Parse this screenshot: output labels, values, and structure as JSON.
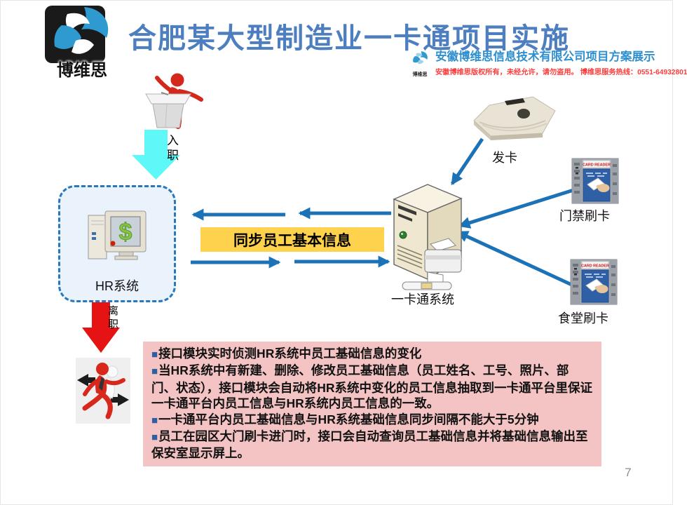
{
  "slide": {
    "title": "合肥某大型制造业一卡通项目实施",
    "page_number": "7"
  },
  "logo": {
    "name": "博维思"
  },
  "credit": {
    "logo_name": "博维思",
    "company_line": "安徽博维思信息技术有限公司项目方案展示",
    "copyright_line": "安徽博维思版权所有，未经允许，请勿盗用。  博维思服务热线：0551-64932801"
  },
  "diagram": {
    "onboard_label": "入职",
    "offboard_label": "离职",
    "hr_system_label": "HR系统",
    "hr_icon_symbol": "$",
    "sync_label": "同步员工基本信息",
    "card_system_label": "一卡通系统",
    "issue_card_label": "发卡",
    "door_reader_label": "门禁刷卡",
    "canteen_reader_label": "食堂刷卡",
    "reader_device_title": "CARD READER"
  },
  "notes": {
    "bullet_char": "■",
    "items": [
      "接口模块实时侦测HR系统中员工基础信息的变化",
      "当HR系统中有新建、删除、修改员工基础信息（员工姓名、工号、照片、部门、状态），接口模块会自动将HR系统中变化的员工信息抽取到一卡通平台里保证一卡通平台内员工信息与HR系统内员工信息的一致。",
      "一卡通平台内员工基础信息与HR系统基础信息同步间隔不能大于5分钟",
      "员工在园区大门刷卡进门时，接口会自动查询员工基础信息并将基础信息输出至保安室显示屏上。"
    ]
  },
  "colors": {
    "title_blue": "#4d7ebf",
    "credit_blue": "#2e8fd0",
    "credit_red": "#ff3b3b",
    "connector_blue": "#1b72b6",
    "onboard_cyan": "#5ef8f8",
    "offboard_red": "#e51313",
    "sync_yellow": "#ffd24d",
    "notes_pink": "#f4c3c3",
    "bullet_blue": "#2e5fa3",
    "hr_box_border": "#2878be",
    "hr_box_fill": "#eaf3fb"
  }
}
